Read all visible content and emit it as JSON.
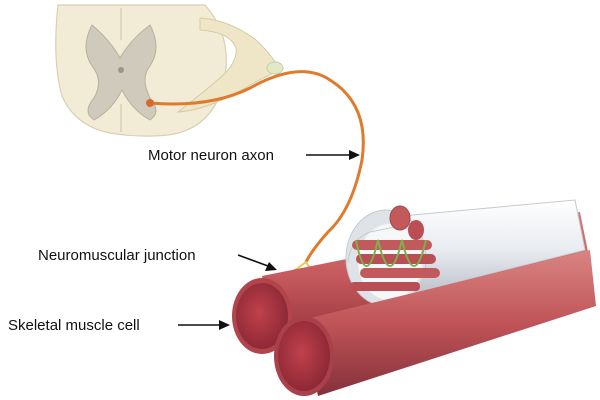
{
  "labels": {
    "motor_neuron_axon": "Motor neuron axon",
    "neuromuscular_junction": "Neuromuscular junction",
    "skeletal_muscle_cell": "Skeletal muscle cell"
  },
  "colors": {
    "spinal_cord_white": "#f2ecd6",
    "spinal_cord_gray": "#cfcabb",
    "axon": "#e07a2c",
    "nerve_ending": "#e6c95a",
    "muscle": "#c65a5e",
    "muscle_dark": "#8e2f37",
    "muscle_cross_section": "#a8323e",
    "sheath": "#e9ecf0",
    "myofibril_band": "#7bb04c",
    "arrow": "#111111"
  }
}
